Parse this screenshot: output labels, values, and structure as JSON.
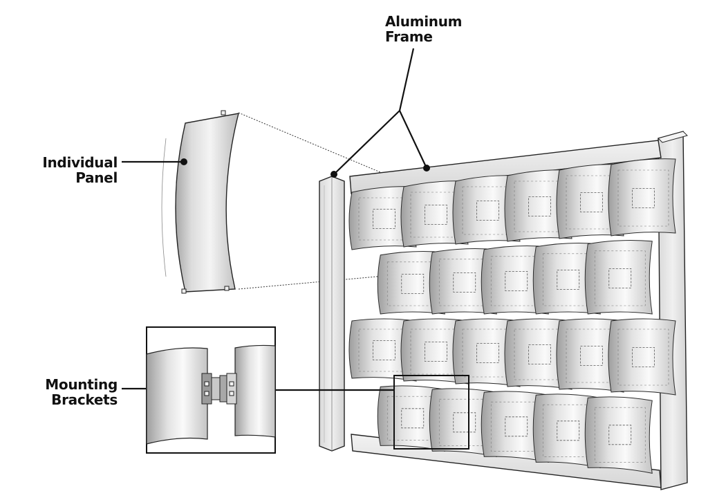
{
  "labels": {
    "frame": {
      "line1": "Aluminum",
      "line2": "Frame"
    },
    "panel": {
      "line1": "Individual",
      "line2": "Panel"
    },
    "brackets": {
      "line1": "Mounting",
      "line2": "Brackets"
    }
  },
  "colors": {
    "ink": "#111111",
    "frame_fill": "#e6e6e6",
    "panel_light": "#f7f7f7",
    "panel_dark": "#b4b4b4"
  }
}
